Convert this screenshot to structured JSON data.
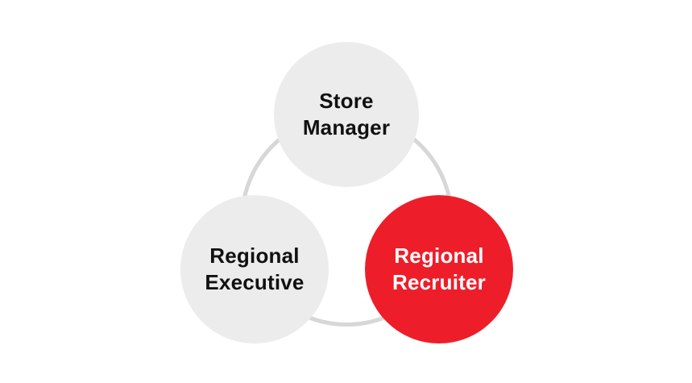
{
  "colors": {
    "background": "#ffffff",
    "node_default": "#ececec",
    "node_highlight": "#ed1e2a",
    "ring": "#d7d7d7",
    "text_dark": "#111111",
    "text_light": "#ffffff"
  },
  "diagram": {
    "type": "cycle",
    "nodes": [
      {
        "id": "store-manager",
        "label": "Store\nManager",
        "highlighted": false
      },
      {
        "id": "regional-executive",
        "label": "Regional\nExecutive",
        "highlighted": false
      },
      {
        "id": "regional-recruiter",
        "label": "Regional\nRecruiter",
        "highlighted": true
      }
    ]
  }
}
